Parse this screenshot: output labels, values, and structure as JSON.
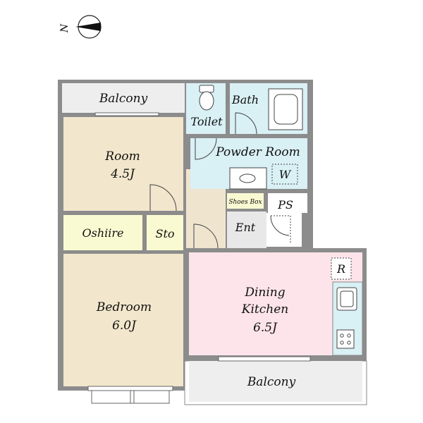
{
  "compass": {
    "label": "N",
    "icon": "north-arrow-icon"
  },
  "rooms": {
    "balcony_top": {
      "label": "Balcony"
    },
    "toilet": {
      "label": "Toilet"
    },
    "bath": {
      "label": "Bath"
    },
    "powder_room": {
      "label": "Powder Room"
    },
    "washer": {
      "label": "W"
    },
    "room": {
      "label": "Room",
      "size": "4.5J"
    },
    "oshiire": {
      "label": "Oshiire"
    },
    "storage": {
      "label": "Sto"
    },
    "shoes_box": {
      "label": "Shoes Box"
    },
    "pipe_space": {
      "label": "PS"
    },
    "entrance": {
      "label": "Ent"
    },
    "refrigerator": {
      "label": "R"
    },
    "dining_kitchen": {
      "label": "Dining",
      "label2": "Kitchen",
      "size": "6.5J"
    },
    "bedroom": {
      "label": "Bedroom",
      "size": "6.0J"
    },
    "balcony_bottom": {
      "label": "Balcony"
    }
  },
  "colors": {
    "wall": "#8c8c8c",
    "tatami_room": "#f2e6cc",
    "wet_area": "#d9f0f5",
    "dining_kitchen": "#fce4ea",
    "corridor": "#efe5cf",
    "closet": "#fafad2",
    "entrance_floor": "#e8e8e8",
    "balcony": "#eeeeee"
  }
}
